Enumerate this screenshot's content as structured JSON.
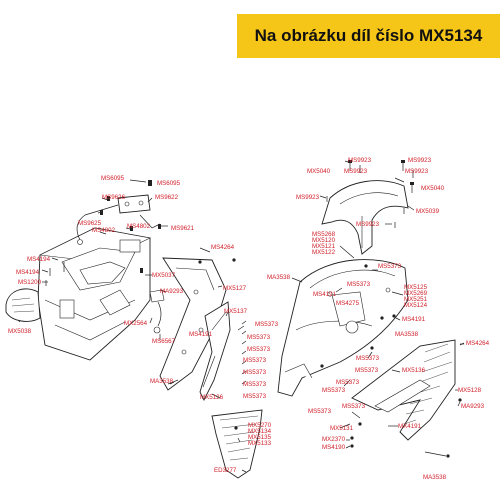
{
  "banner": {
    "text": "Na obrázku díl číslo MX5134"
  },
  "colors": {
    "banner_bg": "#f5c518",
    "label": "#d0202a",
    "line": "#222222"
  },
  "labels": {
    "ms6095_a": "MS6095",
    "ms6095_b": "MS6095",
    "ms9626": "MS9626",
    "ms9622": "MS9622",
    "ms9625": "MS9625",
    "ms4802_a": "MS4802",
    "ms4802_b": "MS4802",
    "ms9621": "MS9621",
    "ms4194_a": "MS4194",
    "ms4194_b": "MS4194",
    "ms1200": "MS1200",
    "mx5037": "MX5037",
    "mx5038": "MX5038",
    "ms4264_a": "MS4264",
    "ma9293_a": "MA9293",
    "mx5127": "MX5127",
    "mx2564": "MX2564",
    "ms4191_a": "MS4191",
    "ms6567": "MS6567",
    "ma3538_a": "MA3538",
    "mx5126": "MX5126",
    "mx5137": "MX5137",
    "ms5373_1": "MS5373",
    "ms5373_2": "MS5373",
    "ms5373_3": "MS5373",
    "ms5373_4": "MS5373",
    "ms5373_5": "MS5373",
    "ms5373_6": "MS5373",
    "ms5373_7": "MS5373",
    "ms9923_a": "MS9923",
    "ms9923_b": "MS9923",
    "mx5040_a": "MX5040",
    "ms9923_c": "MS9923",
    "ms9923_d": "MS9923",
    "mx5040_b": "MX5040",
    "ms9923_e": "MS9923",
    "mx5039": "MX5039",
    "ms9923_f": "MS9923",
    "ms5268": "MS5268",
    "mx5120": "MX5120",
    "mx5121": "MX5121",
    "mx5122": "MX5122",
    "ma3538_b": "MA3538",
    "ms5373_r1": "MS5373",
    "ms5373_r2": "MS5373",
    "ms4191_b": "MS4191",
    "ms4275": "MS4275",
    "mx5125": "MX5125",
    "mx5269": "MX5269",
    "mx5251": "MX5251",
    "mx5124": "MX5124",
    "ms4191_c": "MS4191",
    "ma3538_c": "MA3538",
    "ms4264_b": "MS4264",
    "ms5373_r3": "MS5373",
    "ms5373_r4": "MS5373",
    "mx5136": "MX5136",
    "ms5373_r5": "MS5373",
    "ms5373_r6": "MS5373",
    "mx5128": "MX5128",
    "ms5373_r7": "MS5373",
    "ma9293_b": "MA9293",
    "ms5373_r8": "MS5373",
    "mx5131": "MX5131",
    "mx4191_r": "MX4191",
    "mx5270": "MX5270",
    "mx5134": "MX5134",
    "mx5135": "MX5135",
    "mx5133": "MX5133",
    "ed3277": "ED3277",
    "mx2370": "MX2370",
    "ms4190": "MS4190",
    "ma3538_d": "MA3538"
  }
}
